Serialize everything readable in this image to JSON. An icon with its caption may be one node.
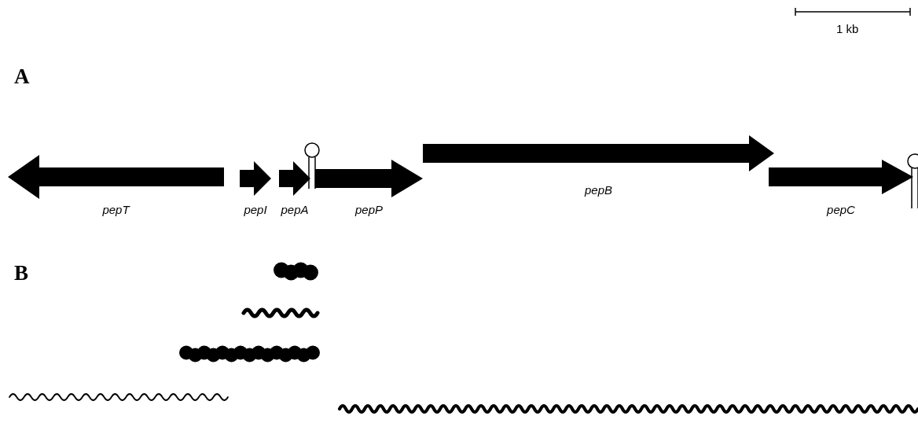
{
  "diagram": {
    "nodes": [
      {
        "text": [
          "pepT"
        ]
      },
      {
        "text": [
          "pepI"
        ]
      },
      {
        "text": [
          "pepA"
        ]
      },
      {
        "text": [
          "pepP"
        ]
      },
      {
        "text": [
          "pepB"
        ]
      },
      {
        "text": [
          "pepC"
        ]
      }
    ],
    "labels": [
      "1 kb",
      "A",
      "B"
    ]
  }
}
